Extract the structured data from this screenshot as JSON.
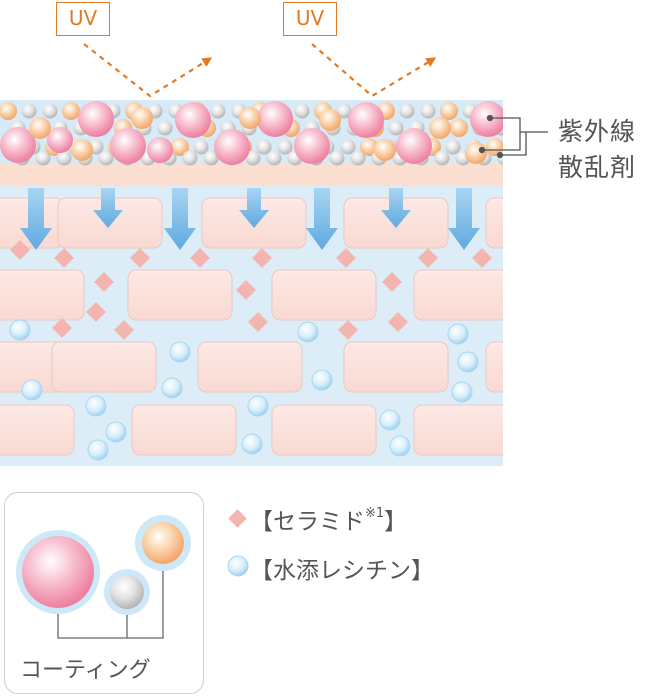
{
  "uv_labels": [
    "UV",
    "UV"
  ],
  "scattering_agent": {
    "line1": "紫外線",
    "line2": "散乱剤"
  },
  "legend": {
    "ceramide": {
      "open": "【",
      "name": "セラミド",
      "note": "※1",
      "close": "】"
    },
    "lecithin": {
      "open": "【",
      "name": "水添レシチン",
      "close": "】"
    }
  },
  "coating_label": "コーティング",
  "colors": {
    "uv_orange": "#e07a24",
    "skin_bg": "#d9ecf8",
    "cell_fill": "#fbe3de",
    "ceramide": "#f4b4b0",
    "lecithin": "#bfe3f6",
    "arrow_blue": "#7fbfe8",
    "pink_particle": "#f08aa8",
    "orange_particle": "#f6b37c",
    "gray_particle": "#c9c9c9"
  },
  "icons": {
    "ceramide": "diamond-icon",
    "lecithin": "circle-icon",
    "uv_reflection": "dashed-arrow-icon",
    "penetration": "down-arrow-icon"
  }
}
